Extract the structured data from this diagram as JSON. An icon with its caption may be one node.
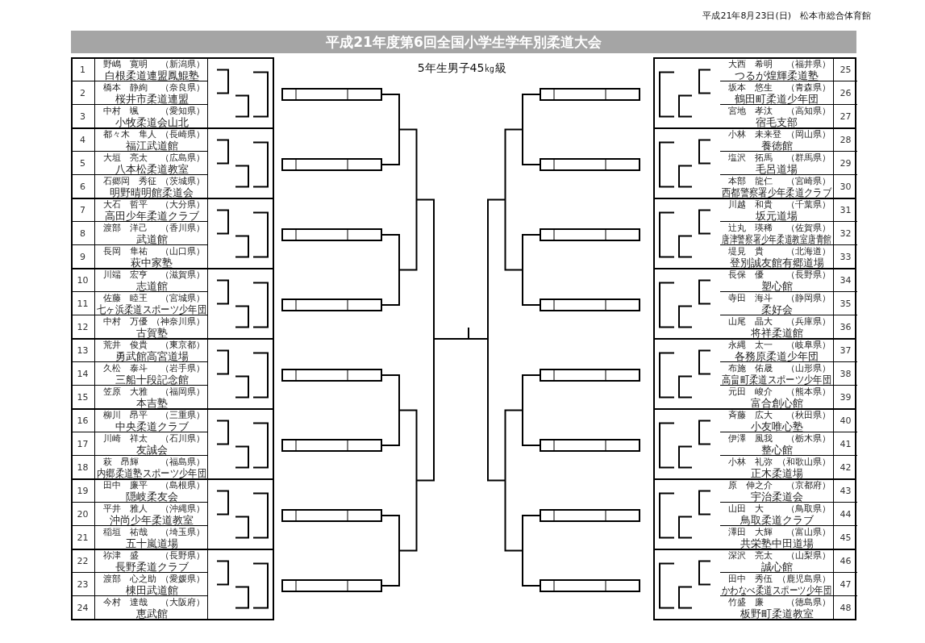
{
  "diagram": {
    "title": "平成21年度第6回全国小学生学年別柔道大会",
    "labels": [
      "平成21年8月23日(日)　松本市総合体育館",
      "5年生男子45㎏級"
    ],
    "nodes": [
      {
        "text": [
          "1",
          "野嶋　寛明",
          "（新潟県）",
          "白根柔道連盟鳳鯤塾"
        ]
      },
      {
        "text": [
          "2",
          "橋本　静絢",
          "（奈良県）",
          "桜井市柔道連盟"
        ]
      },
      {
        "text": [
          "3",
          "中村　颯",
          "（愛知県）",
          "小牧柔道会山北"
        ]
      },
      {
        "text": [
          "4",
          "都々木　隼人",
          "（長崎県）",
          "福江武道館"
        ]
      },
      {
        "text": [
          "5",
          "大垣　亮太",
          "（広島県）",
          "八本松柔道教室"
        ]
      },
      {
        "text": [
          "6",
          "石郷岡　秀征",
          "（茨城県）",
          "明野晴明館柔道会"
        ]
      },
      {
        "text": [
          "7",
          "大石　哲平",
          "（大分県）",
          "高田少年柔道クラブ"
        ]
      },
      {
        "text": [
          "8",
          "渡部　洋己",
          "（香川県）",
          "武道館"
        ]
      },
      {
        "text": [
          "9",
          "長岡　隼祐",
          "（山口県）",
          "萩中家塾"
        ]
      },
      {
        "text": [
          "10",
          "川端　宏亨",
          "（滋賀県）",
          "志道館"
        ]
      },
      {
        "text": [
          "11",
          "佐藤　睦王",
          "（宮城県）",
          "七ヶ浜柔道スポーツ少年団"
        ]
      },
      {
        "text": [
          "12",
          "中村　万優",
          "（神奈川県）",
          "古賀塾"
        ]
      },
      {
        "text": [
          "13",
          "荒井　俊貴",
          "（東京都）",
          "勇武館高宮道場"
        ]
      },
      {
        "text": [
          "14",
          "久松　泰斗",
          "（岩手県）",
          "三船十段記念館"
        ]
      },
      {
        "text": [
          "15",
          "笠原　大雅",
          "（福岡県）",
          "本吉塾"
        ]
      },
      {
        "text": [
          "16",
          "柳川　昂平",
          "（三重県）",
          "中央柔道クラブ"
        ]
      },
      {
        "text": [
          "17",
          "川崎　祥太",
          "（石川県）",
          "友誠会"
        ]
      },
      {
        "text": [
          "18",
          "萩　昂輝",
          "（福島県）",
          "内郷柔道塾スポーツ少年団"
        ]
      },
      {
        "text": [
          "19",
          "田中　廉平",
          "（島根県）",
          "隠岐柔友会"
        ]
      },
      {
        "text": [
          "20",
          "平井　雅人",
          "（沖縄県）",
          "沖尚少年柔道教室"
        ]
      },
      {
        "text": [
          "21",
          "稲垣　祐哉",
          "（埼玉県）",
          "五十嵐道場"
        ]
      },
      {
        "text": [
          "22",
          "祢津　盛",
          "（長野県）",
          "長野柔道クラブ"
        ]
      },
      {
        "text": [
          "23",
          "渡部　心之助",
          "（愛媛県）",
          "棟田武道館"
        ]
      },
      {
        "text": [
          "24",
          "今村　達哉",
          "（大阪府）",
          "恵武館"
        ]
      },
      {
        "text": [
          "25",
          "大西　希明",
          "（福井県）",
          "つるが煌輝柔道塾"
        ]
      },
      {
        "text": [
          "26",
          "坂本　悠生",
          "（青森県）",
          "鶴田町柔道少年団"
        ]
      },
      {
        "text": [
          "27",
          "宮地　孝汰",
          "（高知県）",
          "宿毛支部"
        ]
      },
      {
        "text": [
          "28",
          "小林　未来登",
          "（岡山県）",
          "養徳館"
        ]
      },
      {
        "text": [
          "29",
          "塩沢　拓馬",
          "（群馬県）",
          "毛呂道場"
        ]
      },
      {
        "text": [
          "30",
          "本部　龍仁",
          "（宮崎県）",
          "西都警察署少年柔道クラブ"
        ]
      },
      {
        "text": [
          "31",
          "川越　和貴",
          "（千葉県）",
          "坂元道場"
        ]
      },
      {
        "text": [
          "32",
          "辻丸　瑛稀",
          "（佐賀県）",
          "唐津警察署少年柔道教室唐青館"
        ]
      },
      {
        "text": [
          "33",
          "堤見　貴",
          "（北海道）",
          "登別誠友館有郷道場"
        ]
      },
      {
        "text": [
          "34",
          "長保　優",
          "（長野県）",
          "塑心館"
        ]
      },
      {
        "text": [
          "35",
          "寺田　海斗",
          "（静岡県）",
          "柔好会"
        ]
      },
      {
        "text": [
          "36",
          "山尾　晶大",
          "（兵庫県）",
          "将祥柔道館"
        ]
      },
      {
        "text": [
          "37",
          "永縄　太一",
          "（岐阜県）",
          "各務原柔道少年団"
        ]
      },
      {
        "text": [
          "38",
          "布施　佑晟",
          "（山形県）",
          "高畠町柔道スポーツ少年団"
        ]
      },
      {
        "text": [
          "39",
          "元田　峻介",
          "（熊本県）",
          "富合創心館"
        ]
      },
      {
        "text": [
          "40",
          "斉藤　広大",
          "（秋田県）",
          "小友唯心塾"
        ]
      },
      {
        "text": [
          "41",
          "伊澤　風我",
          "（栃木県）",
          "整心館"
        ]
      },
      {
        "text": [
          "42",
          "小林　礼弥",
          "（和歌山県）",
          "正木柔道場"
        ]
      },
      {
        "text": [
          "43",
          "原　伸之介",
          "（京都府）",
          "宇治柔道会"
        ]
      },
      {
        "text": [
          "44",
          "山田　大",
          "（鳥取県）",
          "鳥取柔道クラブ"
        ]
      },
      {
        "text": [
          "45",
          "澤田　大輝",
          "（富山県）",
          "共栄塾中田道場"
        ]
      },
      {
        "text": [
          "46",
          "深沢　亮太",
          "（山梨県）",
          "誠心館"
        ]
      },
      {
        "text": [
          "47",
          "田中　秀伍",
          "（鹿児島県）",
          "かわなべ柔道スポーツ少年団"
        ]
      },
      {
        "text": [
          "48",
          "竹盛　廉",
          "（徳島県）",
          "板野町柔道教室"
        ]
      }
    ]
  }
}
